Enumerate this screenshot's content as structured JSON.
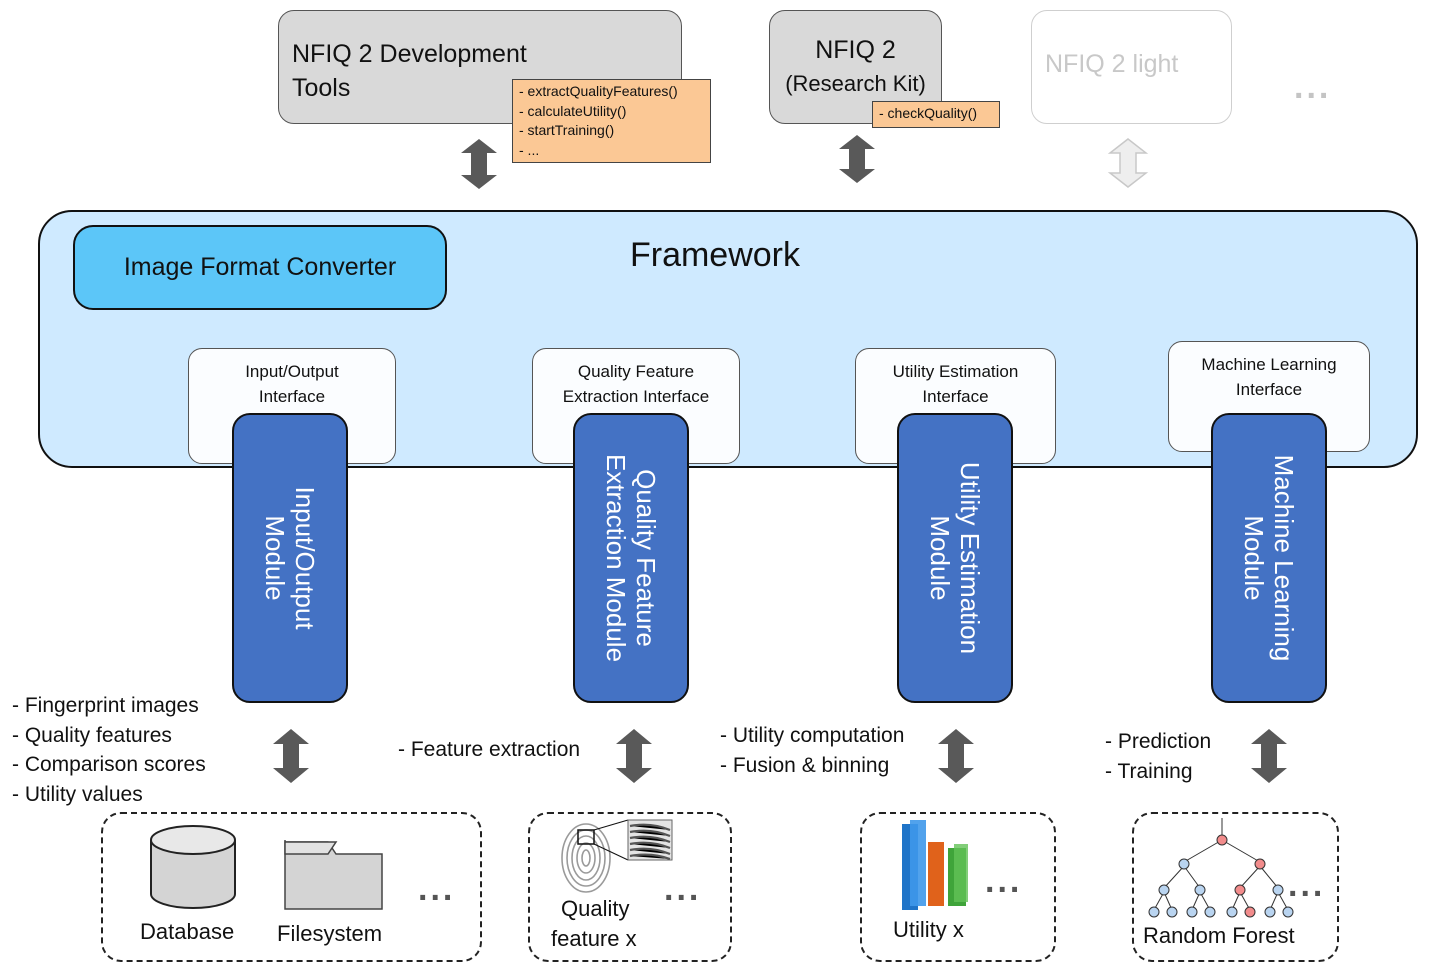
{
  "tools": {
    "dev": {
      "title_line1": "NFIQ 2 Development",
      "title_line2": "Tools",
      "methods": [
        "- extractQualityFeatures()",
        "- calculateUtility()",
        "- startTraining()",
        "- ..."
      ]
    },
    "research": {
      "title_line1": "NFIQ 2",
      "title_line2": "(Research Kit)",
      "method": "- checkQuality()"
    },
    "light": {
      "title": "NFIQ 2 light"
    },
    "more": "..."
  },
  "framework": {
    "title": "Framework",
    "converter": "Image Format Converter",
    "interfaces": [
      {
        "line1": "Input/Output",
        "line2": "Interface"
      },
      {
        "line1": "Quality Feature",
        "line2": "Extraction Interface"
      },
      {
        "line1": "Utility Estimation",
        "line2": "Interface"
      },
      {
        "line1": "Machine Learning",
        "line2": "Interface"
      }
    ],
    "modules": [
      {
        "line1": "Input/Output",
        "line2": "Module"
      },
      {
        "line1": "Quality Feature",
        "line2": "Extraction Module"
      },
      {
        "line1": "Utility Estimation",
        "line2": "Module"
      },
      {
        "line1": "Machine Learning",
        "line2": "Module"
      }
    ]
  },
  "descriptions": {
    "io": [
      "- Fingerprint images",
      "- Quality features",
      "- Comparison scores",
      "- Utility values"
    ],
    "qf": [
      "- Feature extraction"
    ],
    "ue": [
      "- Utility computation",
      "- Fusion & binning"
    ],
    "ml": [
      "- Prediction",
      "- Training"
    ]
  },
  "stores": {
    "database": "Database",
    "filesystem": "Filesystem",
    "quality_line1": "Quality",
    "quality_line2": "feature x",
    "utility": "Utility x",
    "forest": "Random Forest",
    "more": "..."
  },
  "colors": {
    "framework": "#cfeaff",
    "converter": "#5cc6f8",
    "module": "#4472c4",
    "tool_box": "#d9d9d9",
    "methods_box": "#fbc895",
    "arrow": "#595959",
    "arrow_light": "#e6e6e6"
  },
  "icons": [
    "database-icon",
    "folder-icon",
    "fingerprint-icon",
    "bar-chart-icon",
    "tree-icon",
    "double-arrow-icon"
  ]
}
